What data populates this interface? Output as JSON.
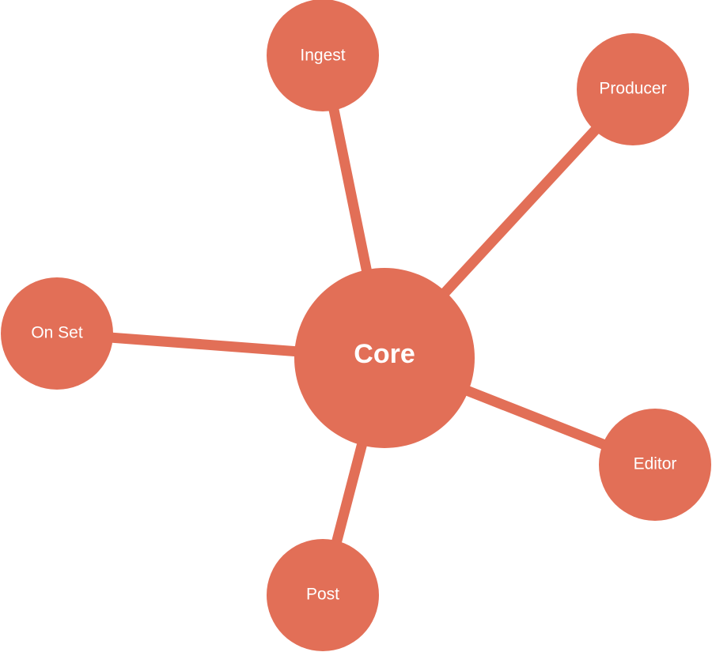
{
  "diagram": {
    "accent_color": "#E26F57",
    "center": {
      "label": "Core"
    },
    "nodes": [
      {
        "id": "ingest",
        "label": "Ingest"
      },
      {
        "id": "producer",
        "label": "Producer"
      },
      {
        "id": "on-set",
        "label": "On Set"
      },
      {
        "id": "editor",
        "label": "Editor"
      },
      {
        "id": "post",
        "label": "Post"
      }
    ]
  }
}
